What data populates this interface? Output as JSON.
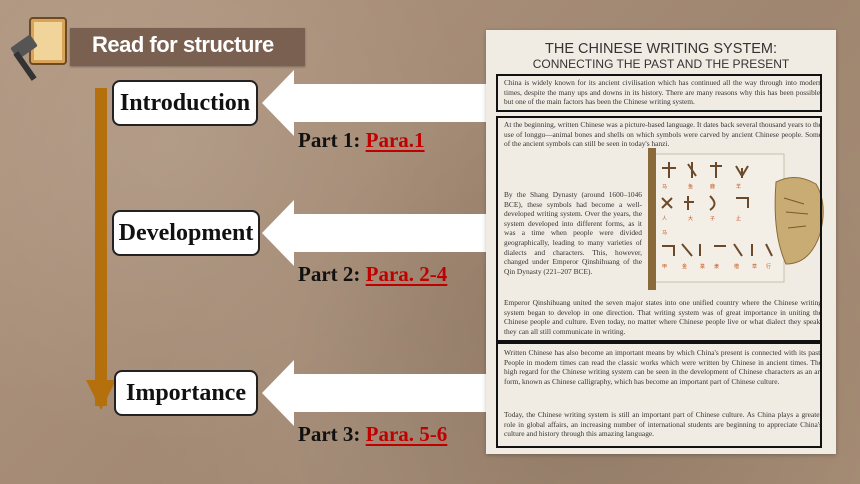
{
  "header": {
    "title": "Read for structure"
  },
  "stages": [
    {
      "label": "Introduction",
      "part": "Part 1:",
      "para": "Para.1"
    },
    {
      "label": "Development",
      "part": "Part 2:",
      "para": "Para. 2-4"
    },
    {
      "label": "Importance",
      "part": "Part 3:",
      "para": "Para. 5-6"
    }
  ],
  "colors": {
    "timeline": "#b4700c",
    "para": "#c00000",
    "title_bar": "#7a6050"
  },
  "document": {
    "title": "THE CHINESE WRITING SYSTEM:",
    "subtitle": "CONNECTING THE PAST AND THE PRESENT",
    "p1": "China is widely known for its ancient civilisation which has continued all the way through into modern times, despite the many ups and downs in its history. There are many reasons why this has been possible, but one of the main factors has been the Chinese writing system.",
    "p2": "At the beginning, written Chinese was a picture-based language. It dates back several thousand years to the use of longgu—animal bones and shells on which symbols were carved by ancient Chinese people. Some of the ancient symbols can still be seen in today's hanzi.",
    "p3": "By the Shang Dynasty (around 1600–1046 BCE), these symbols had become a well-developed writing system. Over the years, the system developed into different forms, as it was a time when people were divided geographically, leading to many varieties of dialects and characters. This, however, changed under Emperor Qinshihuang of the Qin Dynasty (221–207 BCE).",
    "p4": "Emperor Qinshihuang united the seven major states into one unified country where the Chinese writing system began to develop in one direction. That writing system was of great importance in uniting the Chinese people and culture. Even today, no matter where Chinese people live or what dialect they speak, they can all still communicate in writing.",
    "p5": "Written Chinese has also become an important means by which China's present is connected with its past. People in modern times can read the classic works which were written by Chinese in ancient times. The high regard for the Chinese writing system can be seen in the development of Chinese characters as an art form, known as Chinese calligraphy, which has become an important part of Chinese culture.",
    "p6": "Today, the Chinese writing system is still an important part of Chinese culture. As China plays a greater role in global affairs, an increasing number of international students are beginning to appreciate China's culture and history through this amazing language."
  }
}
